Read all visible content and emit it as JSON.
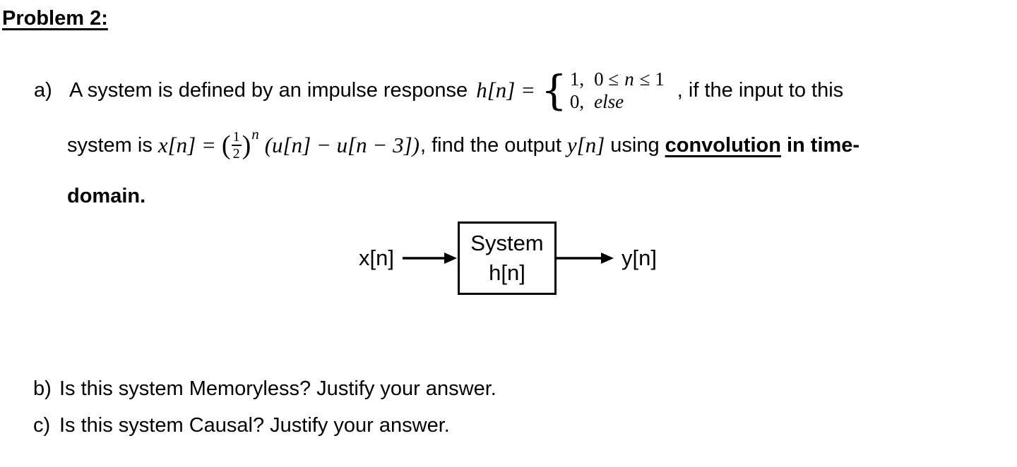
{
  "title": "Problem 2:",
  "part_a": {
    "label": "a)",
    "line1": {
      "text": "A system is defined by an impulse response",
      "h_lhs": "h[n] =",
      "brace": "{",
      "rows": [
        {
          "value": "1,",
          "cond_pre": "0 ≤",
          "cond_var": "n",
          "cond_post": "≤ 1"
        },
        {
          "value": "0,",
          "cond": "else"
        }
      ],
      "after": ", if the input to this"
    },
    "line2": {
      "before": "system is",
      "x_lhs": "x[n] =",
      "frac": {
        "open": "(",
        "num": "1",
        "den": "2",
        "close": ")",
        "exp": "n"
      },
      "u_terms": "(u[n] − u[n − 3])",
      "mid": ", find the output",
      "y_term": "y[n]",
      "using": "using",
      "emphasis": "convolution",
      "bold_tail": "in time-"
    },
    "line3": "domain."
  },
  "diagram": {
    "input_label": "x[n]",
    "box_line1": "System",
    "box_line2": "h[n]",
    "output_label": "y[n]"
  },
  "part_b": {
    "label": "b)",
    "text": "Is this system Memoryless? Justify your answer."
  },
  "part_c": {
    "label": "c)",
    "text": "Is this system Causal? Justify your answer."
  }
}
